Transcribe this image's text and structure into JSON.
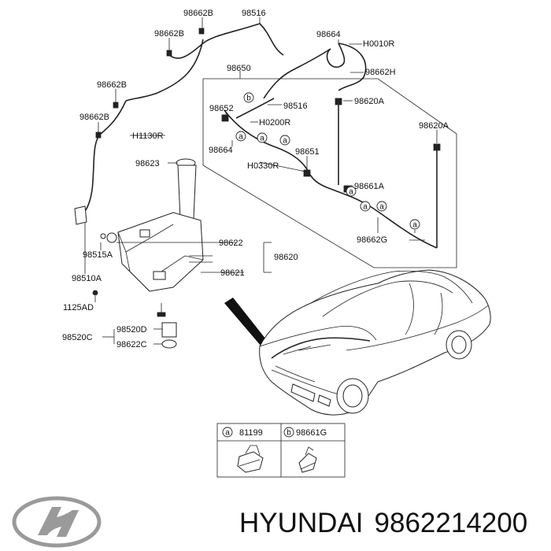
{
  "labels": {
    "p98662B_1": "98662B",
    "p98516_1": "98516",
    "p98662B_2": "98662B",
    "p98664_1": "98664",
    "pH0010R": "H0010R",
    "p98662H": "98662H",
    "p98650": "98650",
    "p98662B_3": "98662B",
    "p98662B_4": "98662B",
    "p98652": "98652",
    "p98516_2": "98516",
    "p98620A_1": "98620A",
    "pH0200R": "H0200R",
    "pH1130R": "H1130R",
    "p98620A_2": "98620A",
    "p98664_2": "98664",
    "p98651": "98651",
    "p98623": "98623",
    "pH0330R": "H0330R",
    "p98661A": "98661A",
    "p98622": "98622",
    "p98662G": "98662G",
    "p98620": "98620",
    "p98515A": "98515A",
    "p98621": "98621",
    "p98510A": "98510A",
    "p1125AD": "1125AD",
    "p98520D": "98520D",
    "p98520C": "98520C",
    "p98622C": "98622C"
  },
  "callouts": {
    "a": "a",
    "b": "b"
  },
  "legend": {
    "a_letter": "a",
    "a_part": "81199",
    "b_letter": "b",
    "b_part": "98661G"
  },
  "footer": {
    "brand": "HYUNDAI",
    "part_number": "9862214200"
  }
}
